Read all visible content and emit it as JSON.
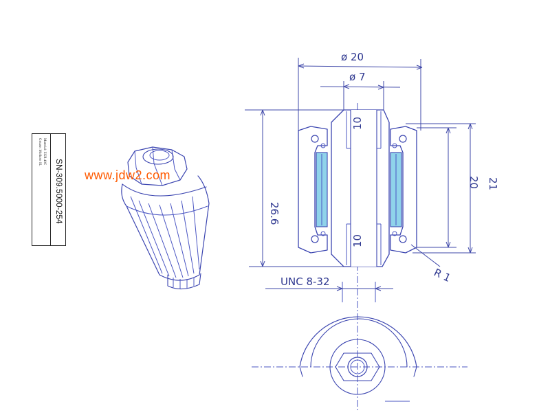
{
  "title_block": {
    "material": "Material: EGR 40C",
    "grease": "Grease: Molkote SL",
    "part_number": "SN-309.5000-254"
  },
  "watermark": "www.jdw2.com",
  "dimensions": {
    "outer_diameter": "ø 20",
    "bore_diameter": "ø 7",
    "height_total": "26.6",
    "height_inner": "20",
    "height_outer": "21",
    "thread": "UNC 8-32",
    "radius": "R 1",
    "depth_top": "10",
    "depth_bottom": "10"
  },
  "colors": {
    "ink": "#3b45b0",
    "bearing": "#8fd3ea",
    "watermark": "#ff5a00"
  }
}
